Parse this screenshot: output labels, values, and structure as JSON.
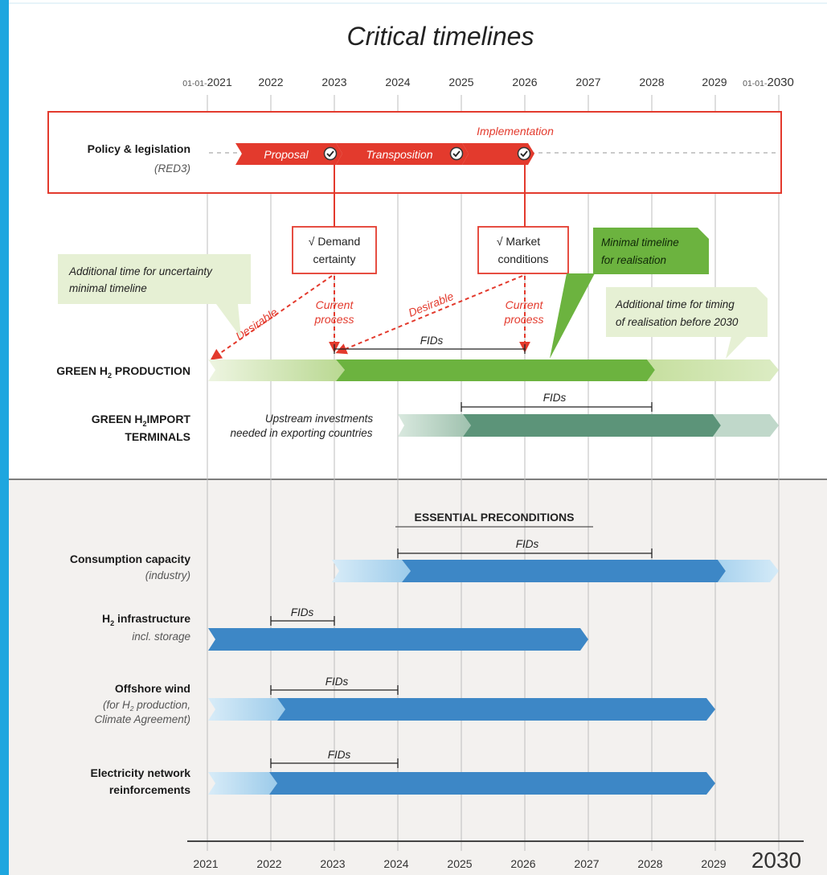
{
  "title": "Critical timelines",
  "top_axis": {
    "start_prefix": "01-01-",
    "start_year": "2021",
    "years": [
      "2022",
      "2023",
      "2024",
      "2025",
      "2026",
      "2027",
      "2028",
      "2029"
    ],
    "end_prefix": "01-01-",
    "end_year": "2030"
  },
  "bottom_axis": {
    "years": [
      "2021",
      "2022",
      "2023",
      "2024",
      "2025",
      "2026",
      "2027",
      "2028",
      "2029"
    ],
    "end_year": "2030"
  },
  "policy": {
    "label": "Policy & legislation",
    "sublabel": "(RED3)",
    "steps": [
      "Proposal",
      "Transposition"
    ],
    "implementation": "Implementation"
  },
  "conditions": {
    "demand": [
      "√ Demand",
      "certainty"
    ],
    "market": [
      "√ Market",
      "conditions"
    ]
  },
  "callouts": {
    "additional_time_start": [
      "Additional time for uncertainty",
      "minimal timeline"
    ],
    "minimal_timeline": [
      "Minimal timeline",
      "for realisation"
    ],
    "additional_time_end": [
      "Additional time for timing",
      "of realisation before 2030"
    ]
  },
  "arrows": {
    "desirable": "Desirable",
    "current_process": [
      "Current",
      "process"
    ]
  },
  "rows": {
    "green_production": {
      "label_pre": "GREEN H",
      "label_sub": "2",
      "label_post": " PRODUCTION"
    },
    "import_terminals": {
      "label1_pre": "GREEN H",
      "label1_sub": "2",
      "label1_post": "IMPORT",
      "label2": "TERMINALS",
      "note": [
        "Upstream investments",
        "needed in exporting countries"
      ]
    },
    "essential": "ESSENTIAL PRECONDITIONS",
    "consumption": {
      "label": "Consumption capacity",
      "sublabel": "(industry)"
    },
    "infrastructure": {
      "label_pre": "H",
      "label_sub": "2",
      "label_post": " infrastructure",
      "sublabel": "incl. storage"
    },
    "offshore_wind": {
      "label": "Offshore wind",
      "sub1_pre": "(for H",
      "sub1_sub": "2",
      "sub1_post": " production,",
      "sub2": "Climate Agreement)"
    },
    "electricity": {
      "label1": "Electricity network",
      "label2": "reinforcements"
    }
  },
  "fids": "FIDs",
  "colors": {
    "red": "#e33a2d",
    "green": "#6cb33f",
    "green_light": "#c9e0a6",
    "teal": "#5c9479",
    "teal_light": "#c0d8ca",
    "blue": "#3d87c6",
    "blue_light": "#bcdcf0",
    "accent_left_bar": "#1ea6df"
  }
}
